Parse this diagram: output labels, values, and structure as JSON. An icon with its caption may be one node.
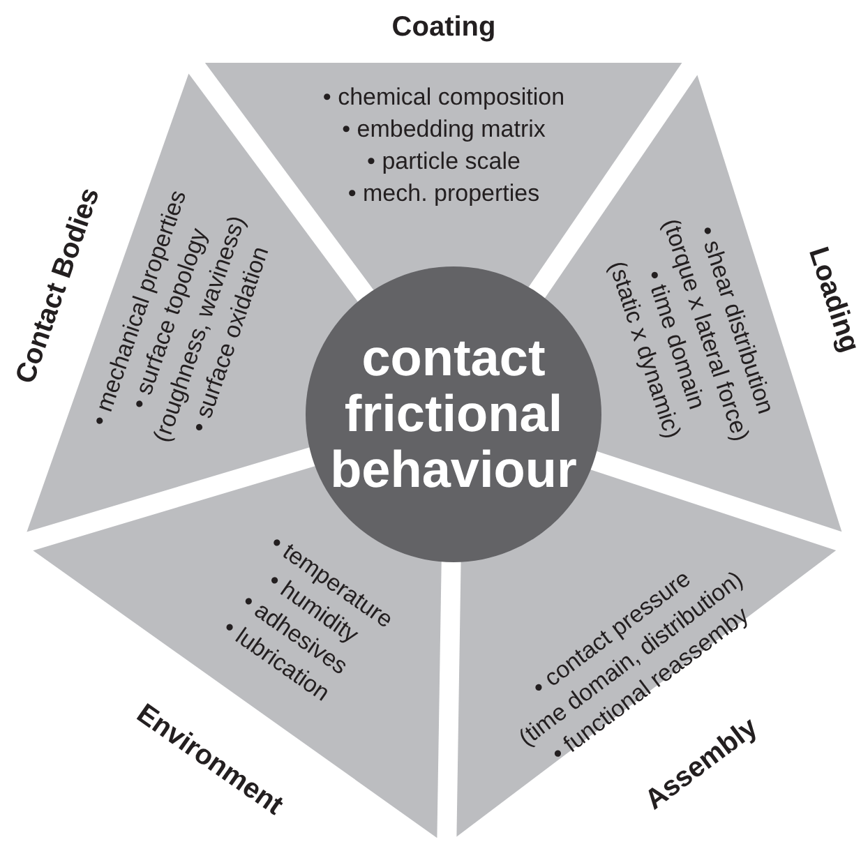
{
  "diagram": {
    "nodes": [
      {
        "text": [
          "Coating",
          "• chemical composition",
          "• embedding matrix",
          "• particle scale",
          "• mech. properties"
        ]
      },
      {
        "text": [
          "Contact Bodies",
          "• mechanical properties",
          "• surface topology",
          "(roughness, waviness)",
          "• surface oxidation"
        ]
      },
      {
        "text": [
          "Loading",
          "• shear distribution",
          "(torque x lateral force)",
          "• time domain",
          "(static x dynamic)"
        ]
      },
      {
        "text": [
          "contact frictional behaviour"
        ]
      },
      {
        "text": [
          "Environment",
          "• temperature",
          "• humidity",
          "• adhesives",
          "• lubrication"
        ]
      },
      {
        "text": [
          "Assembly",
          "• contact pressure",
          "(time domain, distribution)",
          "• functional reassemby"
        ]
      }
    ]
  }
}
